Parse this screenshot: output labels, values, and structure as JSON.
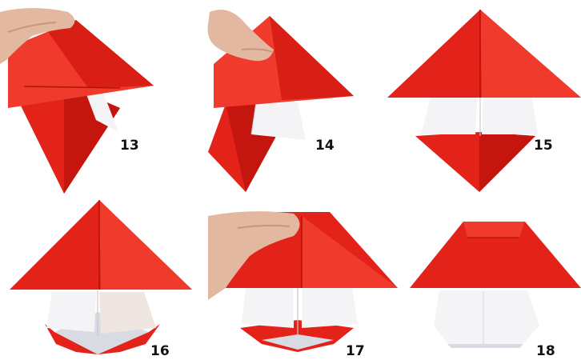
{
  "colors": {
    "paper_red": "#e32219",
    "paper_red_dark": "#c4160f",
    "paper_red_light": "#ef3a2c",
    "paper_white": "#f4f4f6",
    "paper_white_shade": "#d9dbe2",
    "skin": "#e3b8a0",
    "skin_shade": "#c9957c",
    "background": "#ffffff"
  },
  "steps": [
    {
      "number": "13",
      "icon": "hand-folding-paper"
    },
    {
      "number": "14",
      "icon": "hand-folding-paper"
    },
    {
      "number": "15",
      "icon": "origami-mushroom-partial"
    },
    {
      "number": "16",
      "icon": "origami-mushroom-partial"
    },
    {
      "number": "17",
      "icon": "hand-folding-paper"
    },
    {
      "number": "18",
      "icon": "origami-mushroom-complete"
    }
  ]
}
